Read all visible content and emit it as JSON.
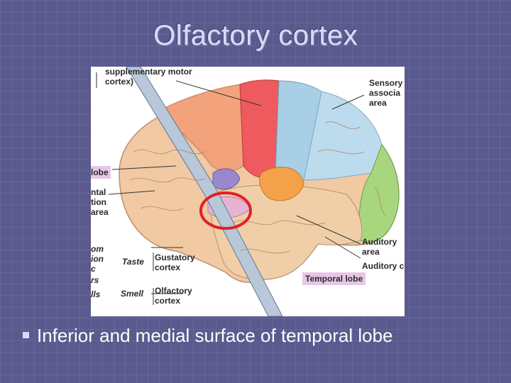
{
  "slide": {
    "title": "Olfactory cortex",
    "bullet": "Inferior and medial surface of temporal lobe"
  },
  "figure": {
    "labels": {
      "supplementary_motor": "supplementary motor",
      "cortex_paren": "cortex)",
      "sensory": "Sensory",
      "association": "associa",
      "area": "area",
      "lobe_left": "lobe",
      "frontal_partial": "ntal",
      "tion_partial": "tion",
      "area_left": "area",
      "om_partial": "om",
      "ion_partial": "ion",
      "c_partial": "c",
      "rs_partial": "rs",
      "lls_partial": "lls",
      "taste": "Taste",
      "gustatory": "Gustatory",
      "gustatory_cortex": "cortex",
      "smell": "Smell",
      "olfactory": "Olfactory",
      "olfactory_cortex": "cortex",
      "auditory": "Auditory",
      "auditory_area": "area",
      "auditory_partial": "Auditory c",
      "temporal_lobe": "Temporal lobe"
    },
    "colors": {
      "frontal": "#f1c9a2",
      "premotor": "#f2a37c",
      "motor": "#ee5a5e",
      "sensory": "#a8cfe5",
      "parietal": "#bcdcee",
      "occipital": "#a8d67e",
      "temporal": "#f0cfa8",
      "auditory": "#f3a24a",
      "insula_purple": "#9988cc",
      "olfactory_pink": "#e6b4d2",
      "highlight_ring": "#e0202a"
    }
  }
}
